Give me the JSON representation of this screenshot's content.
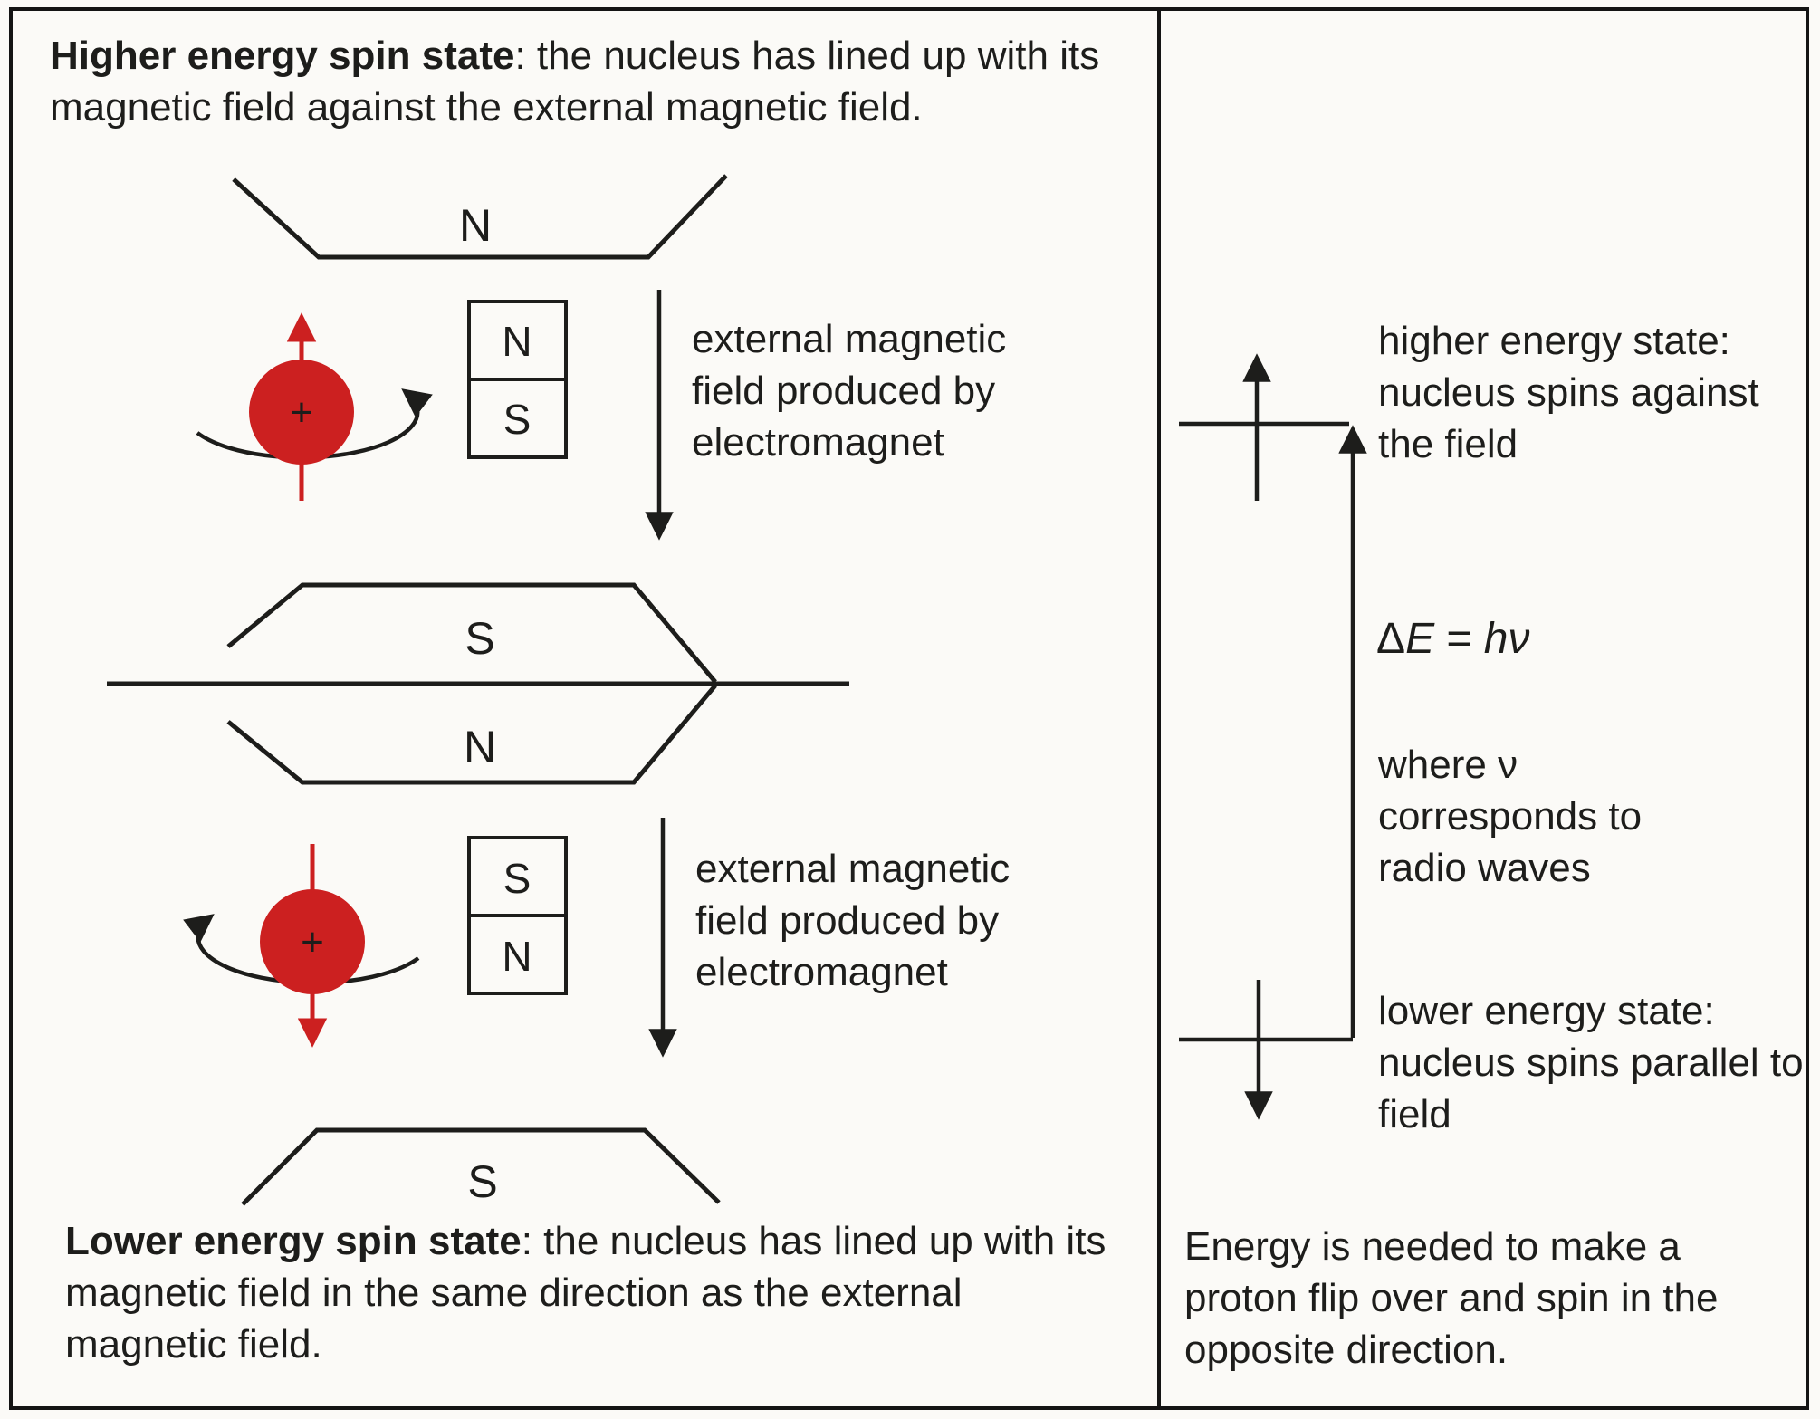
{
  "left_panel": {
    "top_caption": {
      "bold": "Higher energy spin state",
      "rest": ": the nucleus has lined up with its magnetic field against the external magnetic field."
    },
    "bottom_caption": {
      "bold": "Lower energy spin state",
      "rest": ": the nucleus has lined up with its magnetic field in the same direction as the external magnetic field."
    },
    "poles": {
      "top": "N",
      "middle_upper": "S",
      "middle_lower": "N",
      "bottom": "S"
    },
    "magnet_top": {
      "upper": "N",
      "lower": "S"
    },
    "magnet_bottom": {
      "upper": "S",
      "lower": "N"
    },
    "nucleus_top": {
      "charge": "+"
    },
    "nucleus_bottom": {
      "charge": "+"
    },
    "field_arrow_top_label": "external magnetic field produced by electromagnet",
    "field_arrow_bottom_label": "external magnetic field produced by electromagnet"
  },
  "right_panel": {
    "higher_state_label": "higher energy state: nucleus spins against the field",
    "equation": {
      "delta": "Δ",
      "E": "E",
      "equals": " = ",
      "h": "h",
      "nu": "ν"
    },
    "frequency_note": "where ν corresponds to radio waves",
    "lower_state_label": "lower energy state: nucleus spins parallel to field",
    "bottom_caption": "Energy is needed to make a proton flip over and spin in the opposite direction."
  },
  "colors": {
    "ink": "#1d1d1b",
    "nucleus_red": "#cc2020",
    "paper": "#fbfaf7"
  }
}
